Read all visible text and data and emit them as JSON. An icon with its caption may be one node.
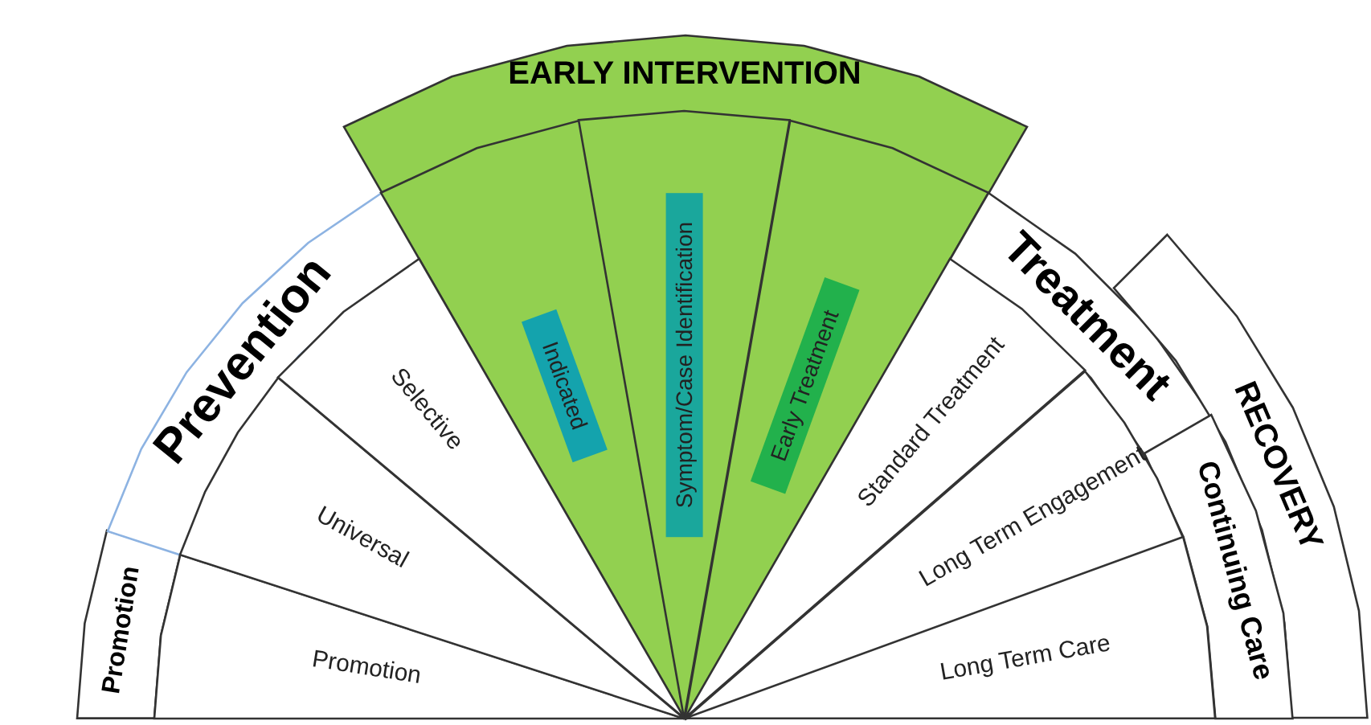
{
  "diagram": {
    "nodes": [
      {
        "text": [
          "Promotion"
        ]
      },
      {
        "text": [
          "Prevention"
        ]
      },
      {
        "text": [
          "EARLY INTERVENTION"
        ]
      },
      {
        "text": [
          "Treatment"
        ]
      },
      {
        "text": [
          "RECOVERY"
        ]
      },
      {
        "text": [
          "Continuing Care"
        ]
      },
      {
        "text": [
          "Promotion"
        ]
      },
      {
        "text": [
          "Universal"
        ]
      },
      {
        "text": [
          "Selective"
        ]
      },
      {
        "text": [
          "Indicated"
        ],
        "in": 2
      },
      {
        "text": [
          "Symptom/Case Identification"
        ],
        "in": 2
      },
      {
        "text": [
          "Early Treatment"
        ],
        "in": 2
      },
      {
        "text": [
          "Standard Treatment"
        ]
      },
      {
        "text": [
          "Long Term Engagement"
        ]
      },
      {
        "text": [
          "Long Term Care"
        ]
      }
    ]
  }
}
